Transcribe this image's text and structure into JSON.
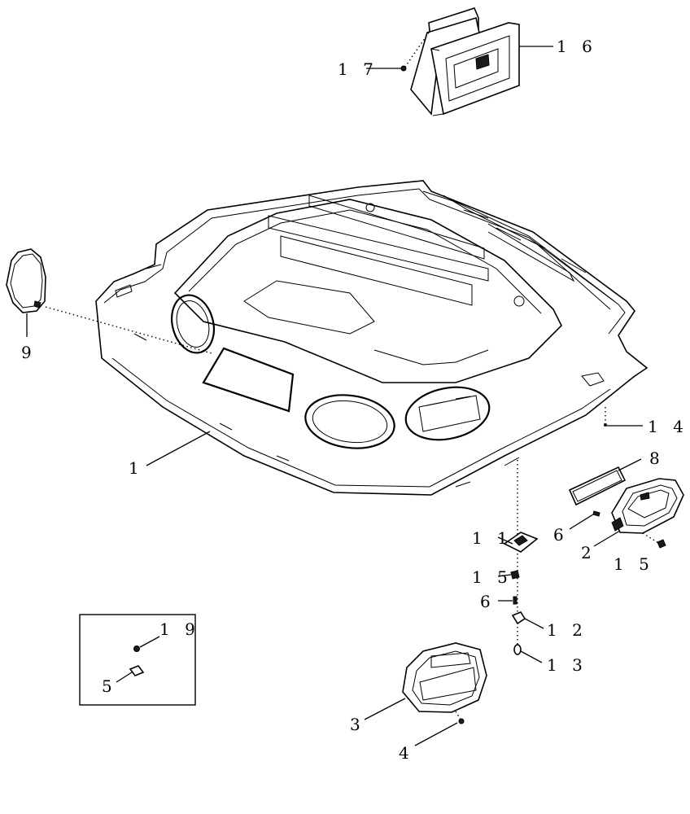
{
  "callouts": {
    "c1": "1",
    "c2": "2",
    "c3": "3",
    "c4": "4",
    "c5": "5",
    "c6a": "6",
    "c6b": "6",
    "c8": "8",
    "c9": "9",
    "c11": "1 1",
    "c12": "1 2",
    "c13": "1 3",
    "c14": "1 4",
    "c15a": "1 5",
    "c15b": "1 5",
    "c16": "1 6",
    "c17": "1 7",
    "c19": "1 9"
  }
}
